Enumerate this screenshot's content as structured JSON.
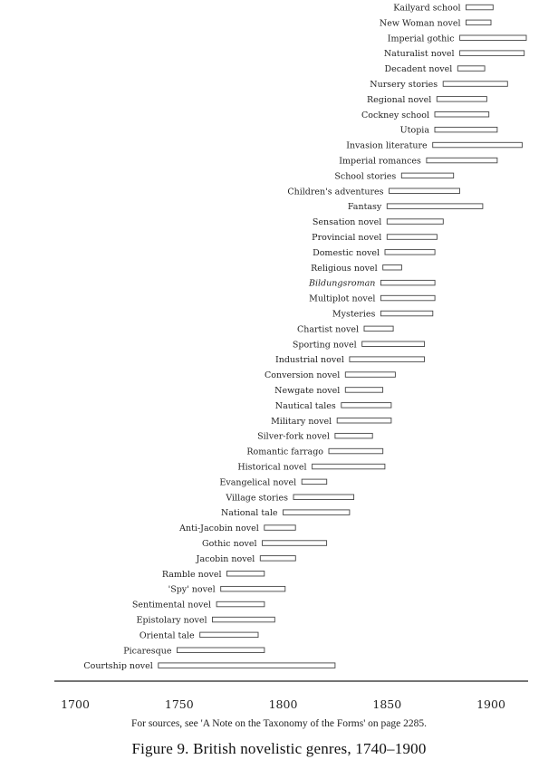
{
  "chart_data": {
    "type": "bar",
    "subtype": "range",
    "xlim": [
      1690,
      1920
    ],
    "xticks": [
      1700,
      1750,
      1800,
      1850,
      1900
    ],
    "grid": false,
    "series": [
      {
        "label": "Kailyard school",
        "start": 1888,
        "end": 1901
      },
      {
        "label": "New Woman novel",
        "start": 1888,
        "end": 1900
      },
      {
        "label": "Imperial gothic",
        "start": 1885,
        "end": 1917
      },
      {
        "label": "Naturalist novel",
        "start": 1885,
        "end": 1916
      },
      {
        "label": "Decadent novel",
        "start": 1884,
        "end": 1897
      },
      {
        "label": "Nursery stories",
        "start": 1877,
        "end": 1908
      },
      {
        "label": "Regional novel",
        "start": 1874,
        "end": 1898
      },
      {
        "label": "Cockney school",
        "start": 1873,
        "end": 1899
      },
      {
        "label": "Utopia",
        "start": 1873,
        "end": 1903
      },
      {
        "label": "Invasion literature",
        "start": 1872,
        "end": 1915
      },
      {
        "label": "Imperial romances",
        "start": 1869,
        "end": 1903
      },
      {
        "label": "School stories",
        "start": 1857,
        "end": 1882
      },
      {
        "label": "Children's adventures",
        "start": 1851,
        "end": 1885
      },
      {
        "label": "Fantasy",
        "start": 1850,
        "end": 1896
      },
      {
        "label": "Sensation novel",
        "start": 1850,
        "end": 1877
      },
      {
        "label": "Provincial novel",
        "start": 1850,
        "end": 1874
      },
      {
        "label": "Domestic novel",
        "start": 1849,
        "end": 1873
      },
      {
        "label": "Religious novel",
        "start": 1848,
        "end": 1857
      },
      {
        "label": "Bildungsroman",
        "start": 1847,
        "end": 1873
      },
      {
        "label": "Multiplot novel",
        "start": 1847,
        "end": 1873
      },
      {
        "label": "Mysteries",
        "start": 1847,
        "end": 1872
      },
      {
        "label": "Chartist novel",
        "start": 1839,
        "end": 1853
      },
      {
        "label": "Sporting novel",
        "start": 1838,
        "end": 1868
      },
      {
        "label": "Industrial novel",
        "start": 1832,
        "end": 1868
      },
      {
        "label": "Conversion novel",
        "start": 1830,
        "end": 1854
      },
      {
        "label": "Newgate novel",
        "start": 1830,
        "end": 1848
      },
      {
        "label": "Nautical tales",
        "start": 1828,
        "end": 1852
      },
      {
        "label": "Military novel",
        "start": 1826,
        "end": 1852
      },
      {
        "label": "Silver-fork novel",
        "start": 1825,
        "end": 1843
      },
      {
        "label": "Romantic farrago",
        "start": 1822,
        "end": 1848
      },
      {
        "label": "Historical novel",
        "start": 1814,
        "end": 1849
      },
      {
        "label": "Evangelical novel",
        "start": 1809,
        "end": 1821
      },
      {
        "label": "Village stories",
        "start": 1805,
        "end": 1834
      },
      {
        "label": "National tale",
        "start": 1800,
        "end": 1832
      },
      {
        "label": "Anti-Jacobin novel",
        "start": 1791,
        "end": 1806
      },
      {
        "label": "Gothic novel",
        "start": 1790,
        "end": 1821
      },
      {
        "label": "Jacobin novel",
        "start": 1789,
        "end": 1806
      },
      {
        "label": "Ramble novel",
        "start": 1773,
        "end": 1791
      },
      {
        "label": "'Spy' novel",
        "start": 1770,
        "end": 1801
      },
      {
        "label": "Sentimental novel",
        "start": 1768,
        "end": 1791
      },
      {
        "label": "Epistolary novel",
        "start": 1766,
        "end": 1796
      },
      {
        "label": "Oriental tale",
        "start": 1760,
        "end": 1788
      },
      {
        "label": "Picaresque",
        "start": 1749,
        "end": 1791
      },
      {
        "label": "Courtship novel",
        "start": 1740,
        "end": 1825
      }
    ],
    "italic_labels": [
      "Bildungsroman"
    ]
  },
  "note": "For sources, see 'A Note on the Taxonomy of the Forms' on page 2285.",
  "caption": "Figure 9.   British novelistic genres, 1740–1900",
  "colors": {
    "bar_fill": "#ffffff",
    "bar_stroke": "#444444",
    "axis": "#222222",
    "text": "#222222"
  }
}
